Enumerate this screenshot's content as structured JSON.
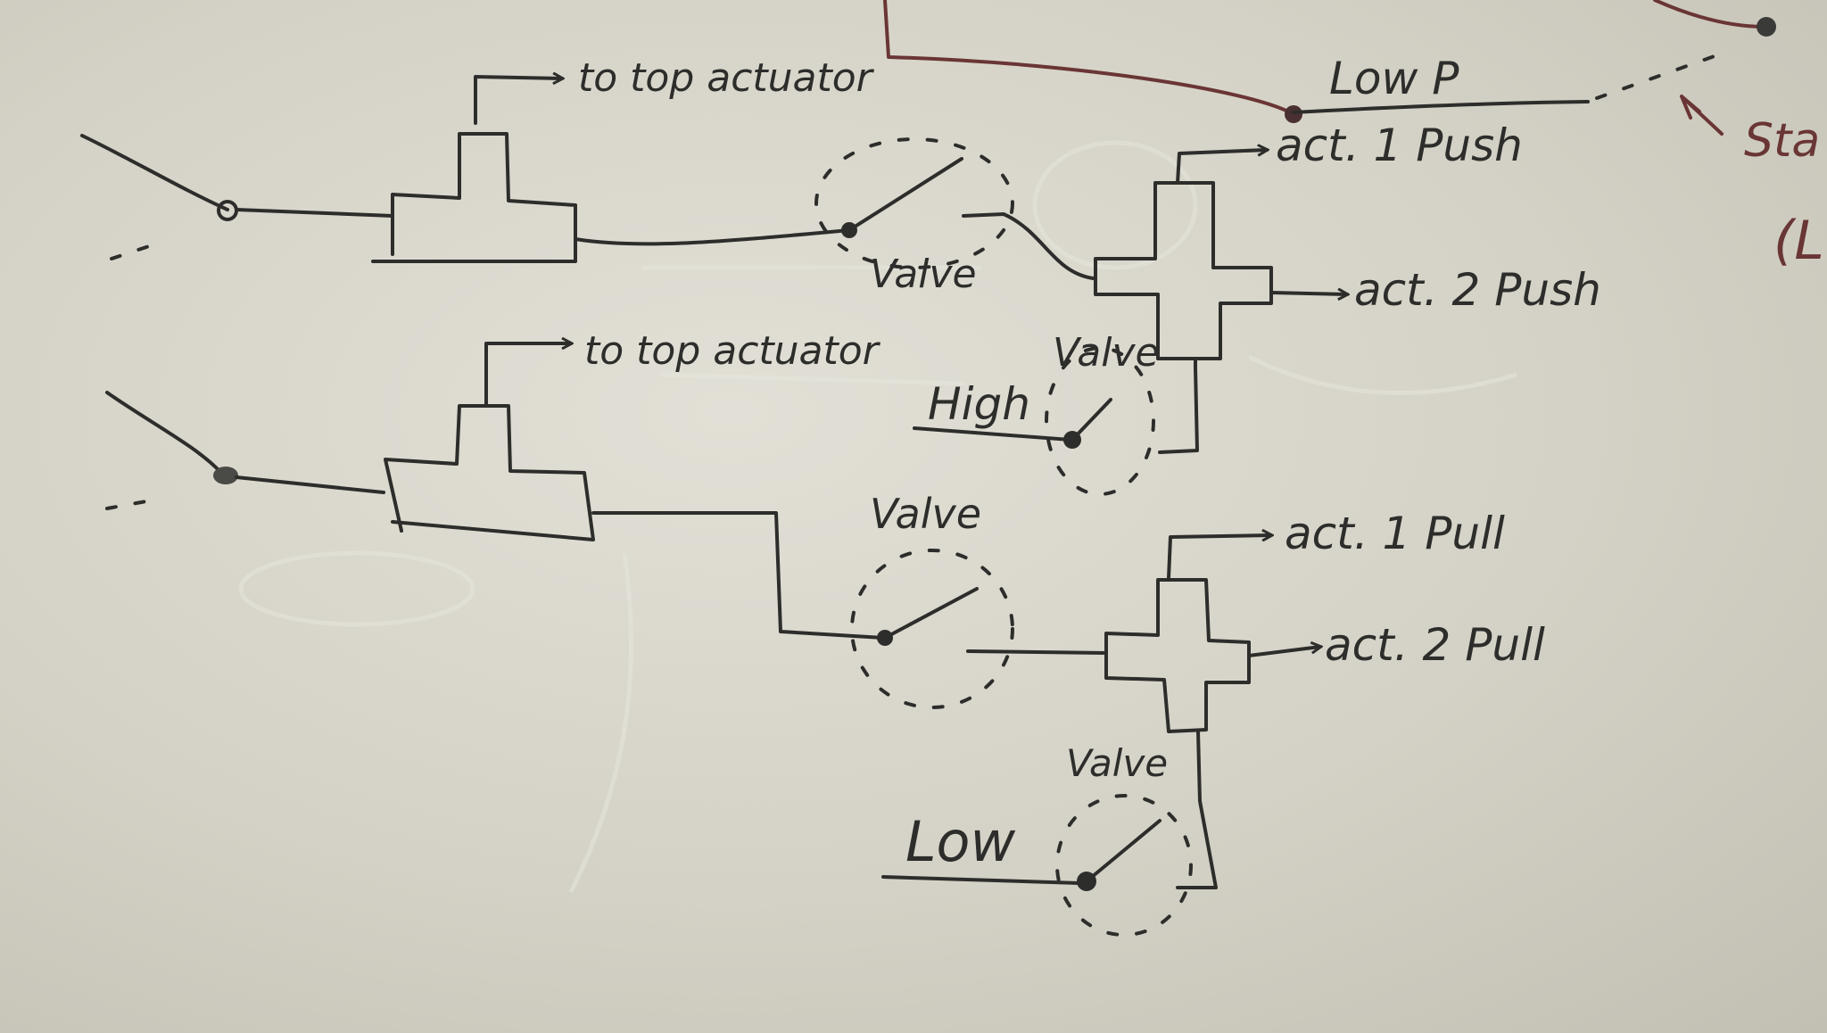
{
  "labels": {
    "top_actuator_1": "to top actuator",
    "top_actuator_2": "to top actuator",
    "valve_1": "Valve",
    "valve_2": "Valve",
    "valve_3": "Valve",
    "valve_4": "Valve",
    "high": "High",
    "low": "Low",
    "low_p": "Low P",
    "act1_push": "act. 1 Push",
    "act2_push": "act. 2 Push",
    "act1_pull": "act. 1 Pull",
    "act2_pull": "act. 2 Pull",
    "partial_sta": "Sta",
    "partial_paren": "(L"
  },
  "colors": {
    "board": "#d4d2c6",
    "ink": "#2d2d2b",
    "red_marker": "#6a3535"
  }
}
